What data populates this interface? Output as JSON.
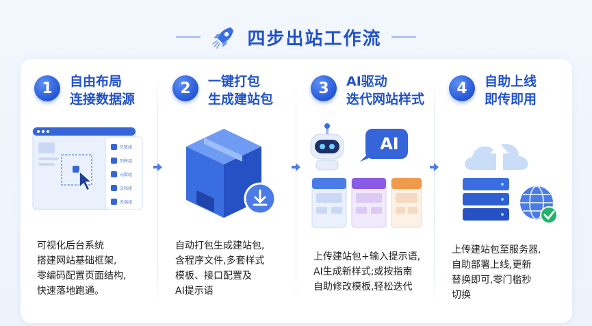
{
  "header": {
    "title": "四步出站工作流",
    "icon": "rocket-icon",
    "accent": "#2152c9"
  },
  "steps": [
    {
      "number": "1",
      "title_line1": "自由布局",
      "title_line2": "连接数据源",
      "desc_lines": [
        "可视化后台系统",
        "搭建网站基础框架,",
        "零编码配置页面结构,",
        "快速落地跑通。"
      ]
    },
    {
      "number": "2",
      "title_line1": "一键打包",
      "title_line2": "生成建站包",
      "desc_lines": [
        "自动打包生成建站包,",
        "含程序文件,多套样式",
        "模板、接口配置及",
        "AI提示语"
      ]
    },
    {
      "number": "3",
      "title_line1": "AI驱动",
      "title_line2": "迭代网站样式",
      "ai_badge": "AI",
      "desc_lines": [
        "上传建站包+输入提示语,",
        "AI生成新样式;或按指南",
        "自助修改模板,轻松迭代"
      ]
    },
    {
      "number": "4",
      "title_line1": "自助上线",
      "title_line2": "即传即用",
      "desc_lines": [
        "上传建站包至服务器,",
        "自助部署上线,更新",
        "替换即可,零门槛秒",
        "切换"
      ]
    }
  ]
}
